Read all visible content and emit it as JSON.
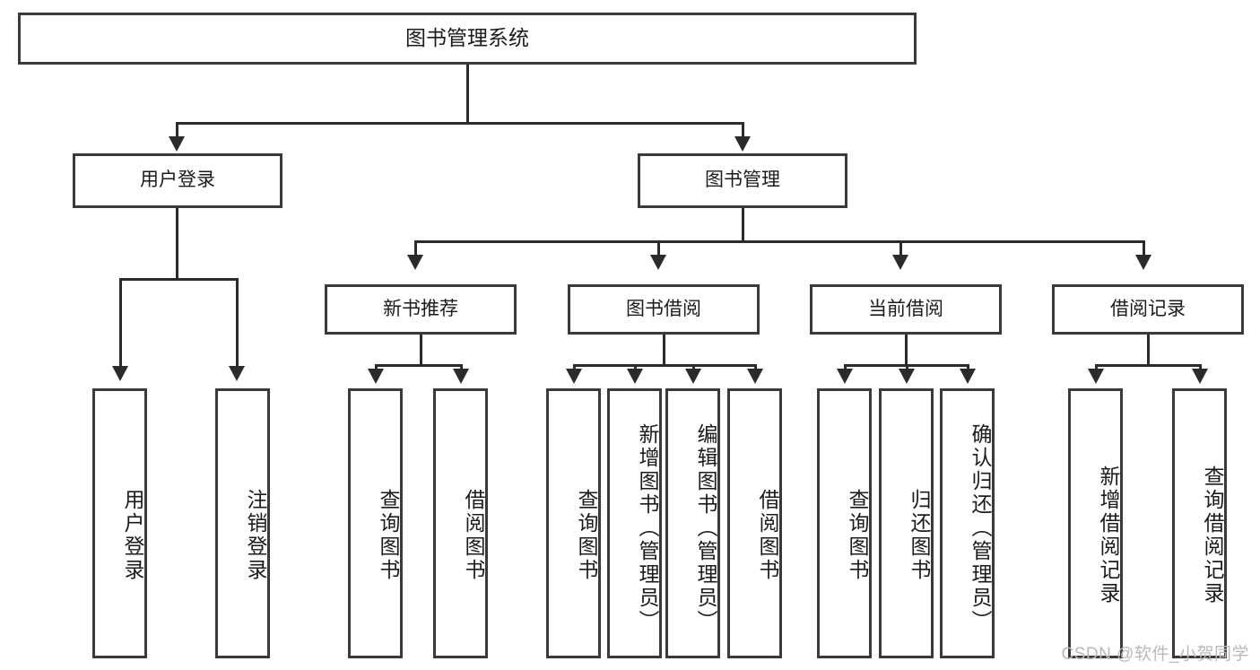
{
  "diagram": {
    "title": "图书管理系统",
    "watermark": "CSDN @软件_小贺同学",
    "colors": {
      "box_border": "#3a3a3a",
      "connector": "#2b2b2b",
      "background": "#ffffff",
      "text": "#1b1b1b",
      "watermark": "#b9b9b9"
    },
    "root": {
      "label": "图书管理系统"
    },
    "level1": [
      {
        "label": "用户登录"
      },
      {
        "label": "图书管理"
      }
    ],
    "level2": [
      {
        "label": "新书推荐"
      },
      {
        "label": "图书借阅"
      },
      {
        "label": "当前借阅"
      },
      {
        "label": "借阅记录"
      }
    ],
    "leaves": {
      "user_login": [
        {
          "label": "用户登录"
        },
        {
          "label": "注销登录"
        }
      ],
      "new_book": [
        {
          "label": "查询图书"
        },
        {
          "label": "借阅图书"
        }
      ],
      "borrow": [
        {
          "label": "查询图书"
        },
        {
          "label": "新增图书（管理员）"
        },
        {
          "label": "编辑图书（管理员）"
        },
        {
          "label": "借阅图书"
        }
      ],
      "current": [
        {
          "label": "查询图书"
        },
        {
          "label": "归还图书"
        },
        {
          "label": "确认归还（管理员）"
        }
      ],
      "records": [
        {
          "label": "新增借阅记录"
        },
        {
          "label": "查询借阅记录"
        }
      ]
    }
  }
}
